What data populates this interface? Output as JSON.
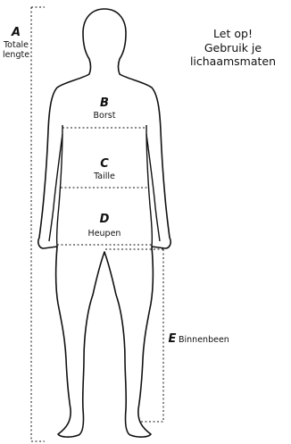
{
  "notice": {
    "line1": "Let op!",
    "line2": "Gebruik je",
    "line3": "lichaamsmaten"
  },
  "measurements": {
    "a": {
      "letter": "A",
      "label_line1": "Totale",
      "label_line2": "lengte"
    },
    "b": {
      "letter": "B",
      "label": "Borst"
    },
    "c": {
      "letter": "C",
      "label": "Taille"
    },
    "d": {
      "letter": "D",
      "label": "Heupen"
    },
    "e": {
      "letter": "E",
      "label": "Binnenbeen"
    }
  }
}
